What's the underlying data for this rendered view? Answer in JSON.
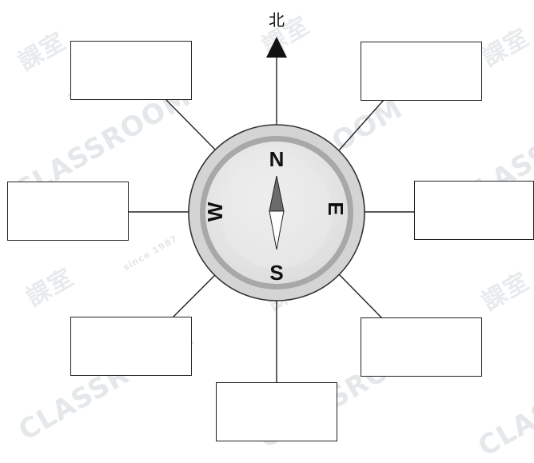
{
  "north_label": "北",
  "compass": {
    "letters": {
      "n": "N",
      "s": "S",
      "e": "E",
      "w": "W"
    },
    "colors": {
      "outer_ring": "#d4d4d4",
      "inner_ring": "#a8a8a8",
      "face": "#e6e6e6",
      "needle_north": "#6b6b6b",
      "needle_south": "#ffffff"
    }
  },
  "watermark": {
    "brand": "CLASSROOM",
    "cjk": "課室",
    "since": "since 1987"
  },
  "answer_boxes": [
    {
      "name": "box-top-left",
      "value": ""
    },
    {
      "name": "box-top-right",
      "value": ""
    },
    {
      "name": "box-left",
      "value": ""
    },
    {
      "name": "box-right",
      "value": ""
    },
    {
      "name": "box-bottom-left",
      "value": ""
    },
    {
      "name": "box-bottom-right",
      "value": ""
    },
    {
      "name": "box-bottom",
      "value": ""
    }
  ]
}
